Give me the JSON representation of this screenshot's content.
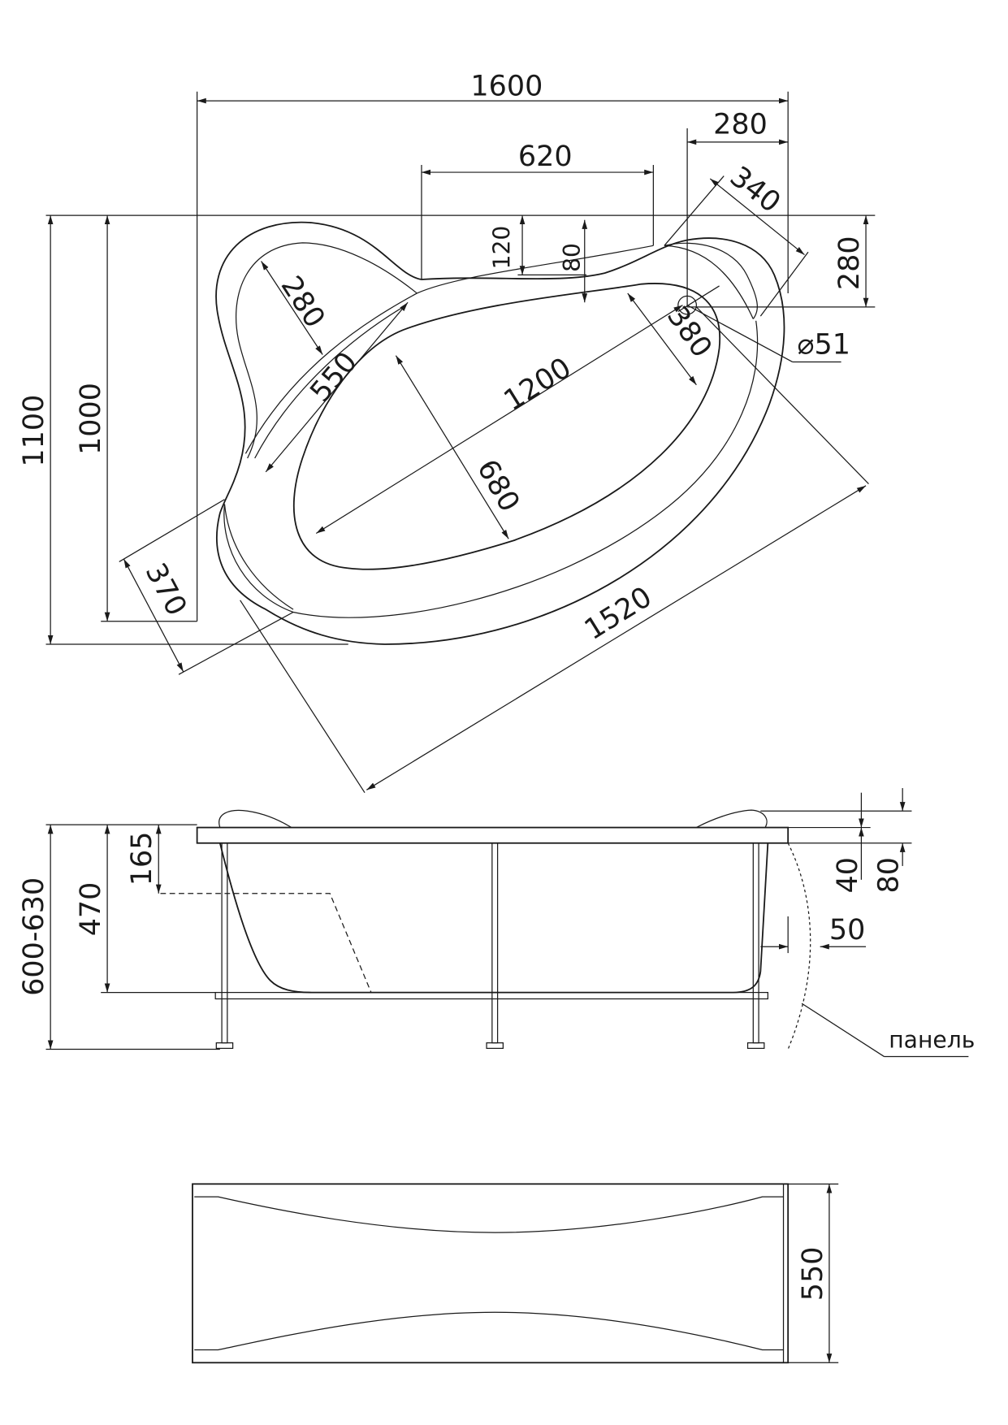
{
  "top_view": {
    "overall_width": "1600",
    "drain_offset_right": "280",
    "backrest_width": "620",
    "corner_seat": "340",
    "drain_offset_top": "280",
    "overall_depth": "1100",
    "inner_depth": "1000",
    "rim_120": "120",
    "rim_80": "80",
    "drain_diameter": "⌀51",
    "seat_380": "380",
    "basin_length": "1200",
    "basin_width": "680",
    "left_seat_length": "550",
    "left_seat_width": "280",
    "front_370": "370",
    "diagonal_length": "1520"
  },
  "side_view": {
    "total_height": "600-630",
    "tub_height": "470",
    "rim_to_seat": "165",
    "dim_40": "40",
    "dim_80": "80",
    "panel_offset": "50",
    "panel_label": "панель"
  },
  "panel_view": {
    "panel_height": "550"
  }
}
